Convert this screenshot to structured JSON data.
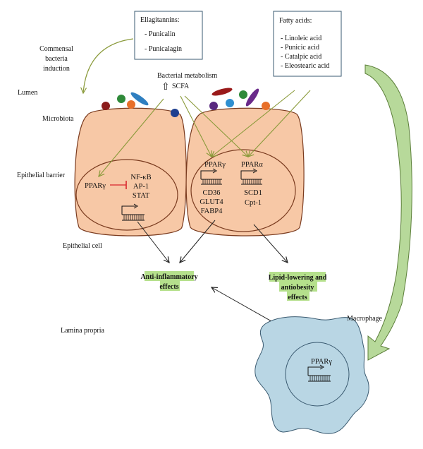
{
  "ellagitannins": {
    "title": "Ellagitannins:",
    "items": [
      "- Punicalin",
      "- Punicalagin"
    ]
  },
  "fatty_acids": {
    "title": "Fatty acids:",
    "items": [
      "- Linoleic acid",
      "- Punicic acid",
      "- Catalpic acid",
      "- Eleostearic acid"
    ]
  },
  "left_labels": {
    "commensal": [
      "Commensal",
      "bacteria",
      "induction"
    ],
    "lumen": "Lumen",
    "microbiota": "Microbiota",
    "epithelial_barrier": "Epithelial barrier",
    "epithelial_cell": "Epithelial cell",
    "lamina_propria": "Lamina propria"
  },
  "bacterial_metabolism": {
    "title": "Bacterial metabolism",
    "arrow_glyph": "⇧",
    "scfa": "SCFA"
  },
  "cell_left": {
    "receptor": "PPARγ",
    "targets": [
      "NF-κB",
      "AP-1",
      "STAT"
    ]
  },
  "cell_right": {
    "receptor_a": "PPARγ",
    "targets_a": [
      "CD36",
      "GLUT4",
      "FABP4"
    ],
    "receptor_b": "PPARα",
    "targets_b": [
      "SCD1",
      "Cpt-1"
    ]
  },
  "effects": {
    "anti_inflammatory": [
      "Anti-inflammatory",
      "effects"
    ],
    "lipid": [
      "Lipid-lowering and",
      "antiobesity",
      "effects"
    ]
  },
  "macrophage": {
    "label": "Macrophage",
    "receptor": "PPARγ"
  },
  "colors": {
    "cell_fill": "#f7c8a6",
    "cell_stroke": "#7a3b1f",
    "macrophage_fill": "#b9d6e4",
    "effect_highlight": "#b5e08c",
    "olive_arrow": "#8a9a3a",
    "inhibit_red": "#d9262c",
    "big_arrow_fill": "#b7d99a",
    "big_arrow_stroke": "#5c7f3a"
  },
  "microbes": [
    {
      "shape": "circle",
      "color": "#8b1c1c"
    },
    {
      "shape": "circle",
      "color": "#2f8a3a"
    },
    {
      "shape": "circle",
      "color": "#e8702a"
    },
    {
      "shape": "rod",
      "color": "#2f7fc0"
    },
    {
      "shape": "circle",
      "color": "#1e3f8f"
    },
    {
      "shape": "rod",
      "color": "#9a1a1a"
    },
    {
      "shape": "circle",
      "color": "#5a2a80"
    },
    {
      "shape": "circle",
      "color": "#2f8fd0"
    },
    {
      "shape": "circle",
      "color": "#2f8a3a"
    },
    {
      "shape": "rod",
      "color": "#6a2a8a"
    },
    {
      "shape": "circle",
      "color": "#e8702a"
    }
  ]
}
